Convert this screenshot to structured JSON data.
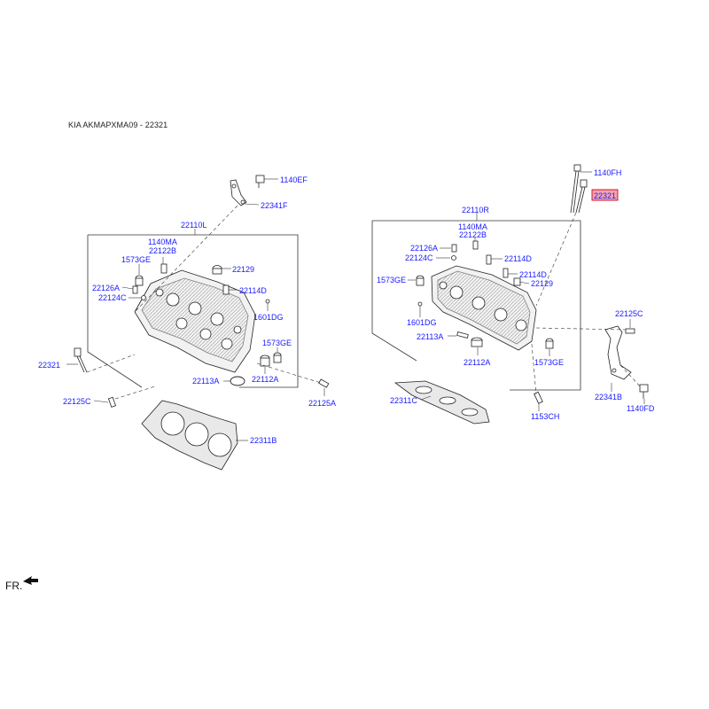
{
  "header": {
    "title": "KIA AKMAPXMA09 - 22321"
  },
  "direction": {
    "label": "FR."
  },
  "colors": {
    "label": "#1a1aff",
    "line": "#333333",
    "highlight_fill": "#f4a3ad",
    "highlight_stroke": "#d4001a"
  },
  "labels": {
    "l_1140ef": "1140EF",
    "l_22341f": "22341F",
    "l_22110l": "22110L",
    "l_1140ma": "1140MA",
    "l_22122b": "22122B",
    "l_1573ge_a": "1573GE",
    "l_22129": "22129",
    "l_22126a": "22126A",
    "l_22114d": "22114D",
    "l_22124c": "22124C",
    "l_1601dg": "1601DG",
    "l_1573ge_b": "1573GE",
    "l_22321": "22321",
    "l_22113a": "22113A",
    "l_22112a": "22112A",
    "l_22125c": "22125C",
    "l_22125a": "22125A",
    "l_22311b": "22311B",
    "r_1140fh": "1140FH",
    "r_22321": "22321",
    "r_22110r": "22110R",
    "r_1140ma": "1140MA",
    "r_22122b": "22122B",
    "r_22126a": "22126A",
    "r_22124c": "22124C",
    "r_22114d_a": "22114D",
    "r_1573ge_a": "1573GE",
    "r_22114d_b": "22114D",
    "r_22129": "22129",
    "r_1601dg": "1601DG",
    "r_22125c": "22125C",
    "r_22113a": "22113A",
    "r_22112a": "22112A",
    "r_1573ge_b": "1573GE",
    "r_22311c": "22311C",
    "r_22341b": "22341B",
    "r_1153ch": "1153CH",
    "r_1140fd": "1140FD"
  }
}
